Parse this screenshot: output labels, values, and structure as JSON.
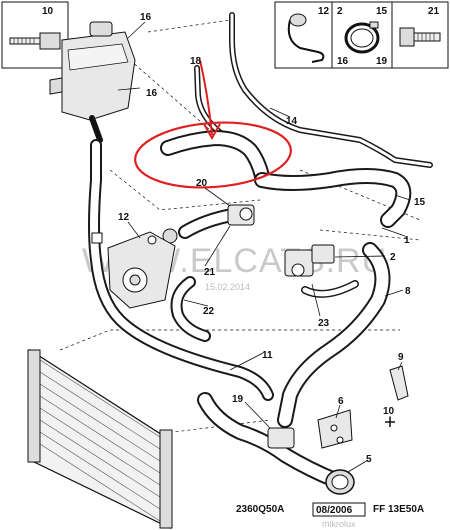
{
  "diagram": {
    "colors": {
      "annotation": "#e02020",
      "ink": "#111111",
      "watermark": "#c9c9c9"
    },
    "insets": [
      {
        "id": "inset-10",
        "number": "10"
      },
      {
        "id": "inset-12",
        "number": "12"
      },
      {
        "id": "inset-2",
        "numbers": [
          "2",
          "15",
          "16",
          "19"
        ]
      },
      {
        "id": "inset-21",
        "number": "21"
      }
    ],
    "callouts": {
      "c16a": "16",
      "c16b": "16",
      "c18": "18",
      "c14": "14",
      "c20": "20",
      "c15": "15",
      "c1": "1",
      "c12": "12",
      "c2": "2",
      "c21": "21",
      "c8": "8",
      "c22": "22",
      "c23": "23",
      "c11": "11",
      "c9": "9",
      "c19": "19",
      "c6": "6",
      "c10": "10",
      "c5": "5"
    },
    "watermark": {
      "text": "WWW.ELCATS.RU",
      "date": "15.02.2014"
    },
    "footer": {
      "code": "2360Q50A",
      "date": "08/2006",
      "ref": "FF 13E50A",
      "site": "mikrolux"
    }
  }
}
